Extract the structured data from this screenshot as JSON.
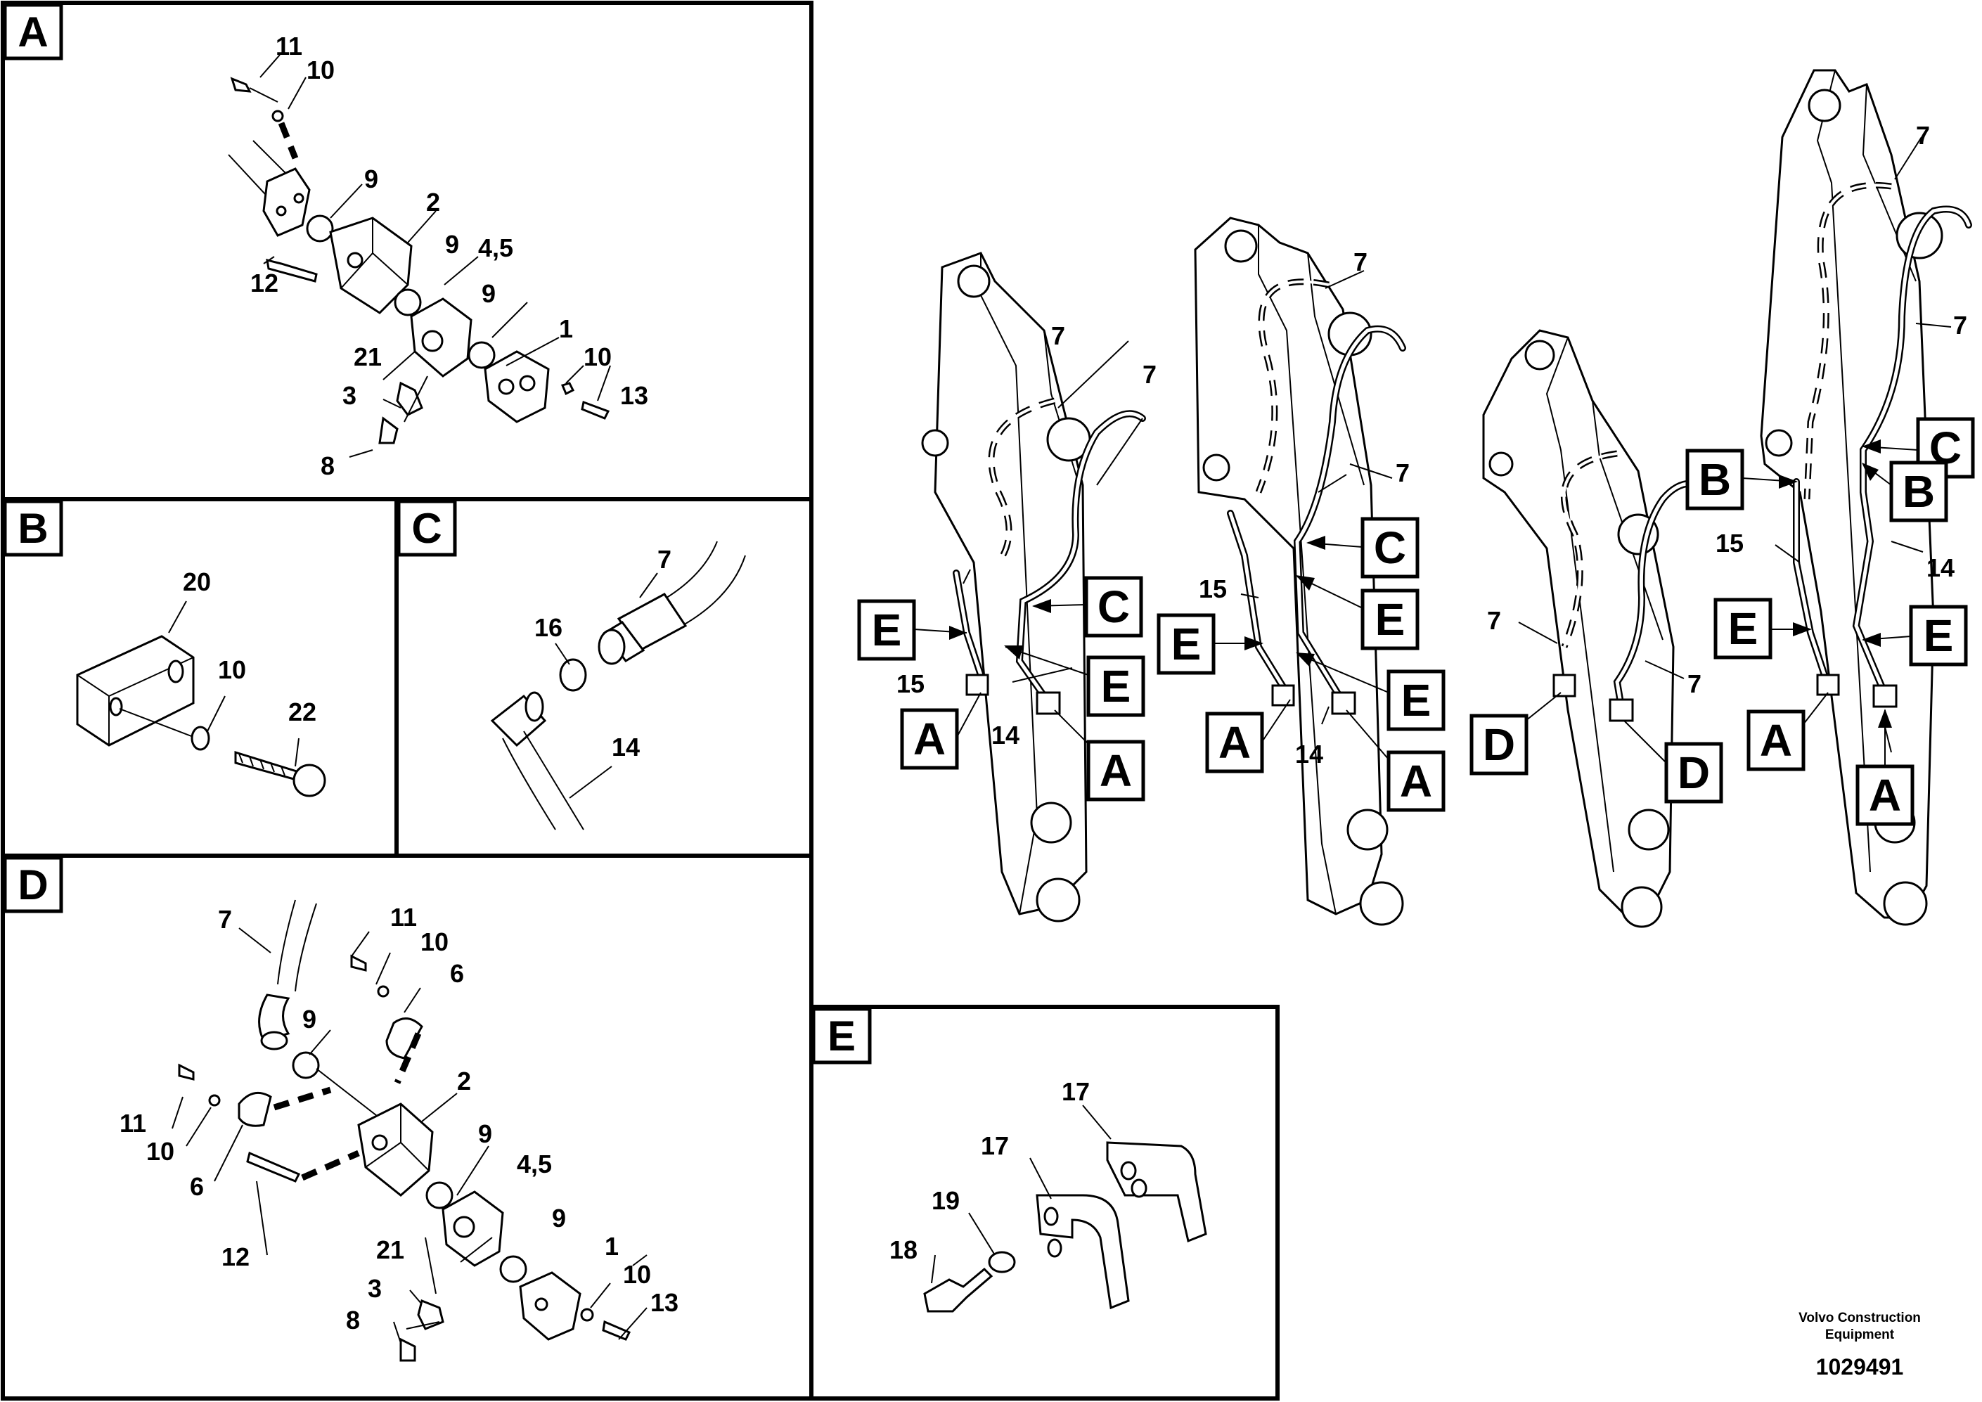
{
  "panels": {
    "A": {
      "label": "A",
      "callouts": [
        "11",
        "10",
        "9",
        "2",
        "9",
        "4,5",
        "9",
        "1",
        "10",
        "13",
        "12",
        "21",
        "3",
        "8"
      ]
    },
    "B": {
      "label": "B",
      "callouts": [
        "20",
        "10",
        "22"
      ]
    },
    "C": {
      "label": "C",
      "callouts": [
        "7",
        "16",
        "14"
      ]
    },
    "D": {
      "label": "D",
      "callouts": [
        "7",
        "11",
        "10",
        "6",
        "9",
        "2",
        "11",
        "10",
        "6",
        "9",
        "4,5",
        "12",
        "21",
        "9",
        "3",
        "1",
        "10",
        "13",
        "8"
      ]
    },
    "E": {
      "label": "E",
      "callouts": [
        "17",
        "17",
        "19",
        "18"
      ]
    }
  },
  "booms": {
    "boom1": {
      "callouts": [
        "7",
        "7",
        "15",
        "14"
      ],
      "markers": [
        "E",
        "C",
        "E",
        "A",
        "A"
      ]
    },
    "boom2": {
      "callouts": [
        "7",
        "7",
        "15",
        "14"
      ],
      "markers": [
        "C",
        "E",
        "E",
        "E",
        "A",
        "A"
      ]
    },
    "boom3": {
      "callouts": [
        "7",
        "7"
      ],
      "markers": [
        "D",
        "D"
      ]
    },
    "boom4": {
      "callouts": [
        "7",
        "7",
        "15",
        "14"
      ],
      "markers": [
        "B",
        "C",
        "B",
        "E",
        "E",
        "A",
        "A"
      ]
    }
  },
  "footer": {
    "brand_line1": "Volvo Construction",
    "brand_line2": "Equipment",
    "doc_number": "1029491"
  }
}
